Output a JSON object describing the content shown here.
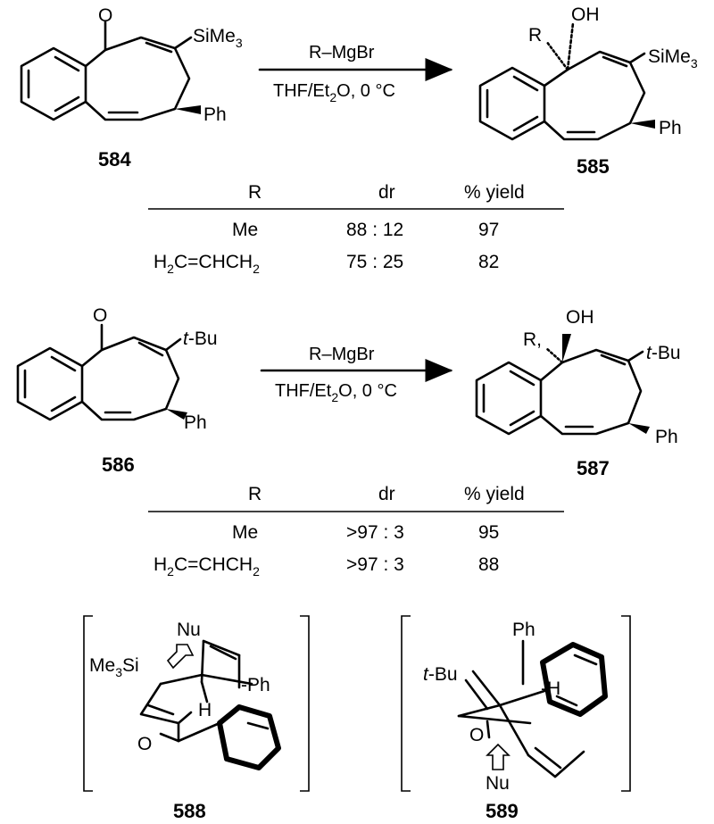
{
  "compounds": {
    "c584": "584",
    "c585": "585",
    "c586": "586",
    "c587": "587",
    "c588": "588",
    "c589": "589"
  },
  "atoms": {
    "O": "O",
    "OH": "OH",
    "SiMe3": "SiMe",
    "three": "3",
    "Ph": "Ph",
    "R": "R",
    "tbu_t": "t",
    "tbu_rest": "-Bu",
    "Nu": "Nu",
    "H": "H",
    "Me3Si_a": "Me",
    "Me3Si_b": "Si",
    "dash_Ph": "-Ph",
    "dash_H": "-H",
    "Rcomma": "R,"
  },
  "reaction1": {
    "reagent": "R–MgBr",
    "conditions_a": "THF/Et",
    "conditions_sub": "2",
    "conditions_b": "O, 0 °C"
  },
  "reaction2": {
    "reagent": "R–MgBr",
    "conditions_a": "THF/Et",
    "conditions_sub": "2",
    "conditions_b": "O, 0 °C"
  },
  "table1": {
    "headers": [
      "R",
      "dr",
      "% yield"
    ],
    "rows": [
      {
        "r": "Me",
        "dr": "88 : 12",
        "yield": "97"
      },
      {
        "r_a": "H",
        "r_sub": "2",
        "r_b": "C=CHCH",
        "r_sub2": "2",
        "dr": "75 : 25",
        "yield": "82"
      }
    ]
  },
  "table2": {
    "headers": [
      "R",
      "dr",
      "% yield"
    ],
    "rows": [
      {
        "r": "Me",
        "dr": ">97 : 3",
        "yield": "95"
      },
      {
        "r_a": "H",
        "r_sub": "2",
        "r_b": "C=CHCH",
        "r_sub2": "2",
        "dr": ">97 : 3",
        "yield": "88"
      }
    ]
  }
}
